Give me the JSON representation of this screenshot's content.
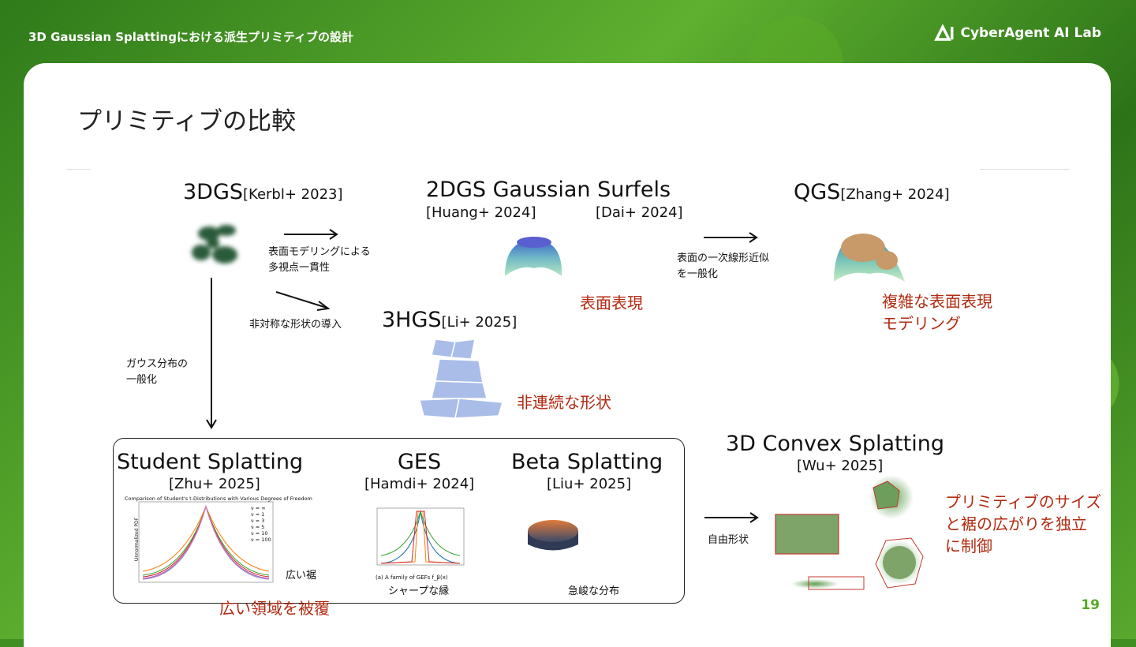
{
  "header": {
    "title": "3D Gaussian Splattingにおける派生プリミティブの設計",
    "logo": "CyberAgent AI Lab"
  },
  "slide": {
    "title": "プリミティブの比較",
    "page": "19"
  },
  "methods": {
    "gs3d": {
      "name": "3DGS",
      "cite": "[Kerbl+ 2023]"
    },
    "gs2d": {
      "name": "2DGS Gaussian Surfels",
      "cite_a": "[Huang+ 2024]",
      "cite_b": "[Dai+ 2024]",
      "note": "表面表現"
    },
    "qgs": {
      "name": "QGS",
      "cite": "[Zhang+ 2024]",
      "note_1": "複雑な表面表現",
      "note_2": "モデリング"
    },
    "hgs3": {
      "name": "3HGS",
      "cite": "[Li+ 2025]",
      "note": "非連続な形状"
    },
    "student": {
      "name": "Student Splatting",
      "cite": "[Zhu+ 2025]",
      "plot_title": "Comparison of Student's t-Distributions with Various Degrees of Freedom",
      "ylabel": "Unnormalized PDF",
      "caption": "広い裾",
      "note": "広い領域を被覆",
      "legend": [
        "ν = ∞",
        "ν = 1",
        "ν = 3",
        "ν = 5",
        "ν = 10",
        "ν = 100"
      ]
    },
    "ges": {
      "name": "GES",
      "cite": "[Hamdi+ 2024]",
      "plot_caption": "(a) A family of GEFs f_β(x)",
      "caption": "シャープな縁"
    },
    "beta": {
      "name": "Beta Splatting",
      "cite": "[Liu+ 2025]",
      "caption": "急峻な分布"
    },
    "convex": {
      "name": "3D Convex Splatting",
      "cite": "[Wu+ 2025]",
      "note_1": "プリミティブのサイズ",
      "note_2": "と裾の広がりを独立",
      "note_3": "に制御"
    }
  },
  "arrows": {
    "to_2dgs_1": "表面モデリングによる",
    "to_2dgs_2": "多視点一貫性",
    "to_qgs_1": "表面の一次線形近似",
    "to_qgs_2": "を一般化",
    "to_3hgs": "非対称な形状の導入",
    "down_1": "ガウス分布の",
    "down_2": "一般化",
    "to_convex": "自由形状"
  },
  "colors": {
    "accent": "#55aa22",
    "red": "#b22a10"
  }
}
